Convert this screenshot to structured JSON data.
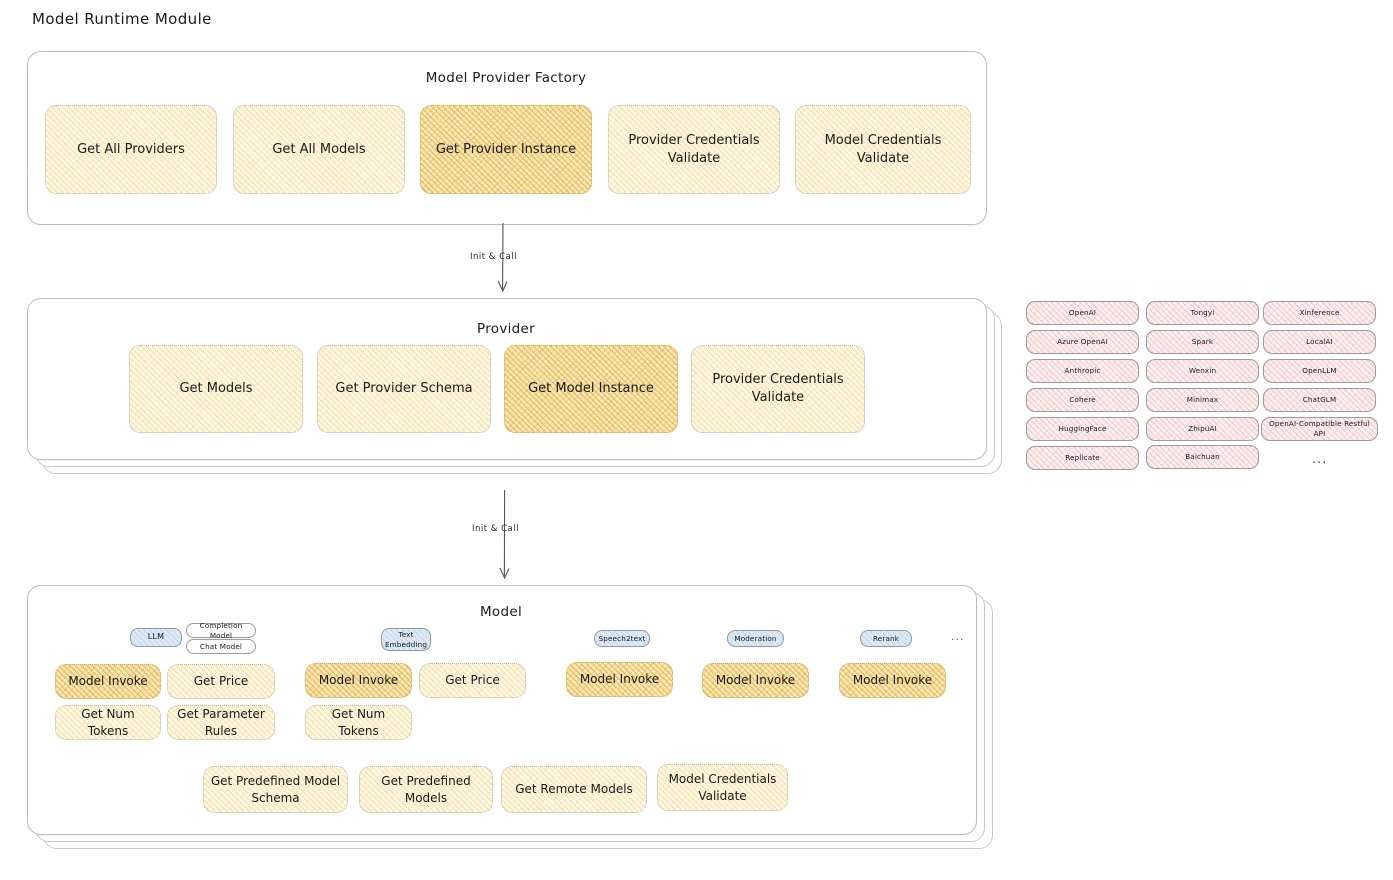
{
  "page": {
    "title": "Model Runtime Module"
  },
  "factory": {
    "title": "Model Provider Factory",
    "nodes": [
      {
        "label": "Get All Providers",
        "highlight": false
      },
      {
        "label": "Get All Models",
        "highlight": false
      },
      {
        "label": "Get Provider Instance",
        "highlight": true
      },
      {
        "label": "Provider Credentials Validate",
        "highlight": false
      },
      {
        "label": "Model Credentials Validate",
        "highlight": false
      }
    ]
  },
  "arrow1": {
    "label": "Init & Call"
  },
  "provider": {
    "title": "Provider",
    "nodes": [
      {
        "label": "Get Models",
        "highlight": false
      },
      {
        "label": "Get Provider Schema",
        "highlight": false
      },
      {
        "label": "Get Model Instance",
        "highlight": true
      },
      {
        "label": "Provider Credentials Validate",
        "highlight": false
      }
    ]
  },
  "arrow2": {
    "label": "Init & Call"
  },
  "provider_list": {
    "columns": [
      {
        "items": [
          "OpenAI",
          "Azure OpenAI",
          "Anthropic",
          "Cohere",
          "HuggingFace",
          "Replicate"
        ]
      },
      {
        "items": [
          "Tongyi",
          "Spark",
          "Wenxin",
          "Minimax",
          "ZhipuAI",
          "Baichuan"
        ]
      },
      {
        "items": [
          "Xinference",
          "LocalAI",
          "OpenLLM",
          "ChatGLM",
          "OpenAI-Compatible Restful API"
        ]
      }
    ],
    "more": "..."
  },
  "model": {
    "title": "Model",
    "more": "...",
    "types": [
      {
        "badge": "LLM",
        "sub_badges": [
          "Completion Model",
          "Chat Model"
        ],
        "nodes": [
          {
            "label": "Model Invoke",
            "highlight": true
          },
          {
            "label": "Get Price",
            "highlight": false
          },
          {
            "label": "Get Num Tokens",
            "highlight": false
          },
          {
            "label": "Get Parameter Rules",
            "highlight": false
          }
        ]
      },
      {
        "badge": "Text Embedding",
        "sub_badges": [],
        "nodes": [
          {
            "label": "Model Invoke",
            "highlight": true
          },
          {
            "label": "Get Price",
            "highlight": false
          },
          {
            "label": "Get Num Tokens",
            "highlight": false
          }
        ]
      },
      {
        "badge": "Speech2text",
        "sub_badges": [],
        "nodes": [
          {
            "label": "Model Invoke",
            "highlight": true
          }
        ]
      },
      {
        "badge": "Moderation",
        "sub_badges": [],
        "nodes": [
          {
            "label": "Model Invoke",
            "highlight": true
          }
        ]
      },
      {
        "badge": "Rerank",
        "sub_badges": [],
        "nodes": [
          {
            "label": "Model Invoke",
            "highlight": true
          }
        ]
      }
    ],
    "common_nodes": [
      {
        "label": "Get Predefined Model Schema"
      },
      {
        "label": "Get Predefined Models"
      },
      {
        "label": "Get Remote Models"
      },
      {
        "label": "Model Credentials Validate"
      }
    ]
  },
  "colors": {
    "cream": "#fdf7e3",
    "amber": "#fae9bd",
    "pink": "#fdf0f0",
    "blue": "#ddeaf6",
    "stroke": "#bdbdbd",
    "text": "#1a1a1a"
  }
}
